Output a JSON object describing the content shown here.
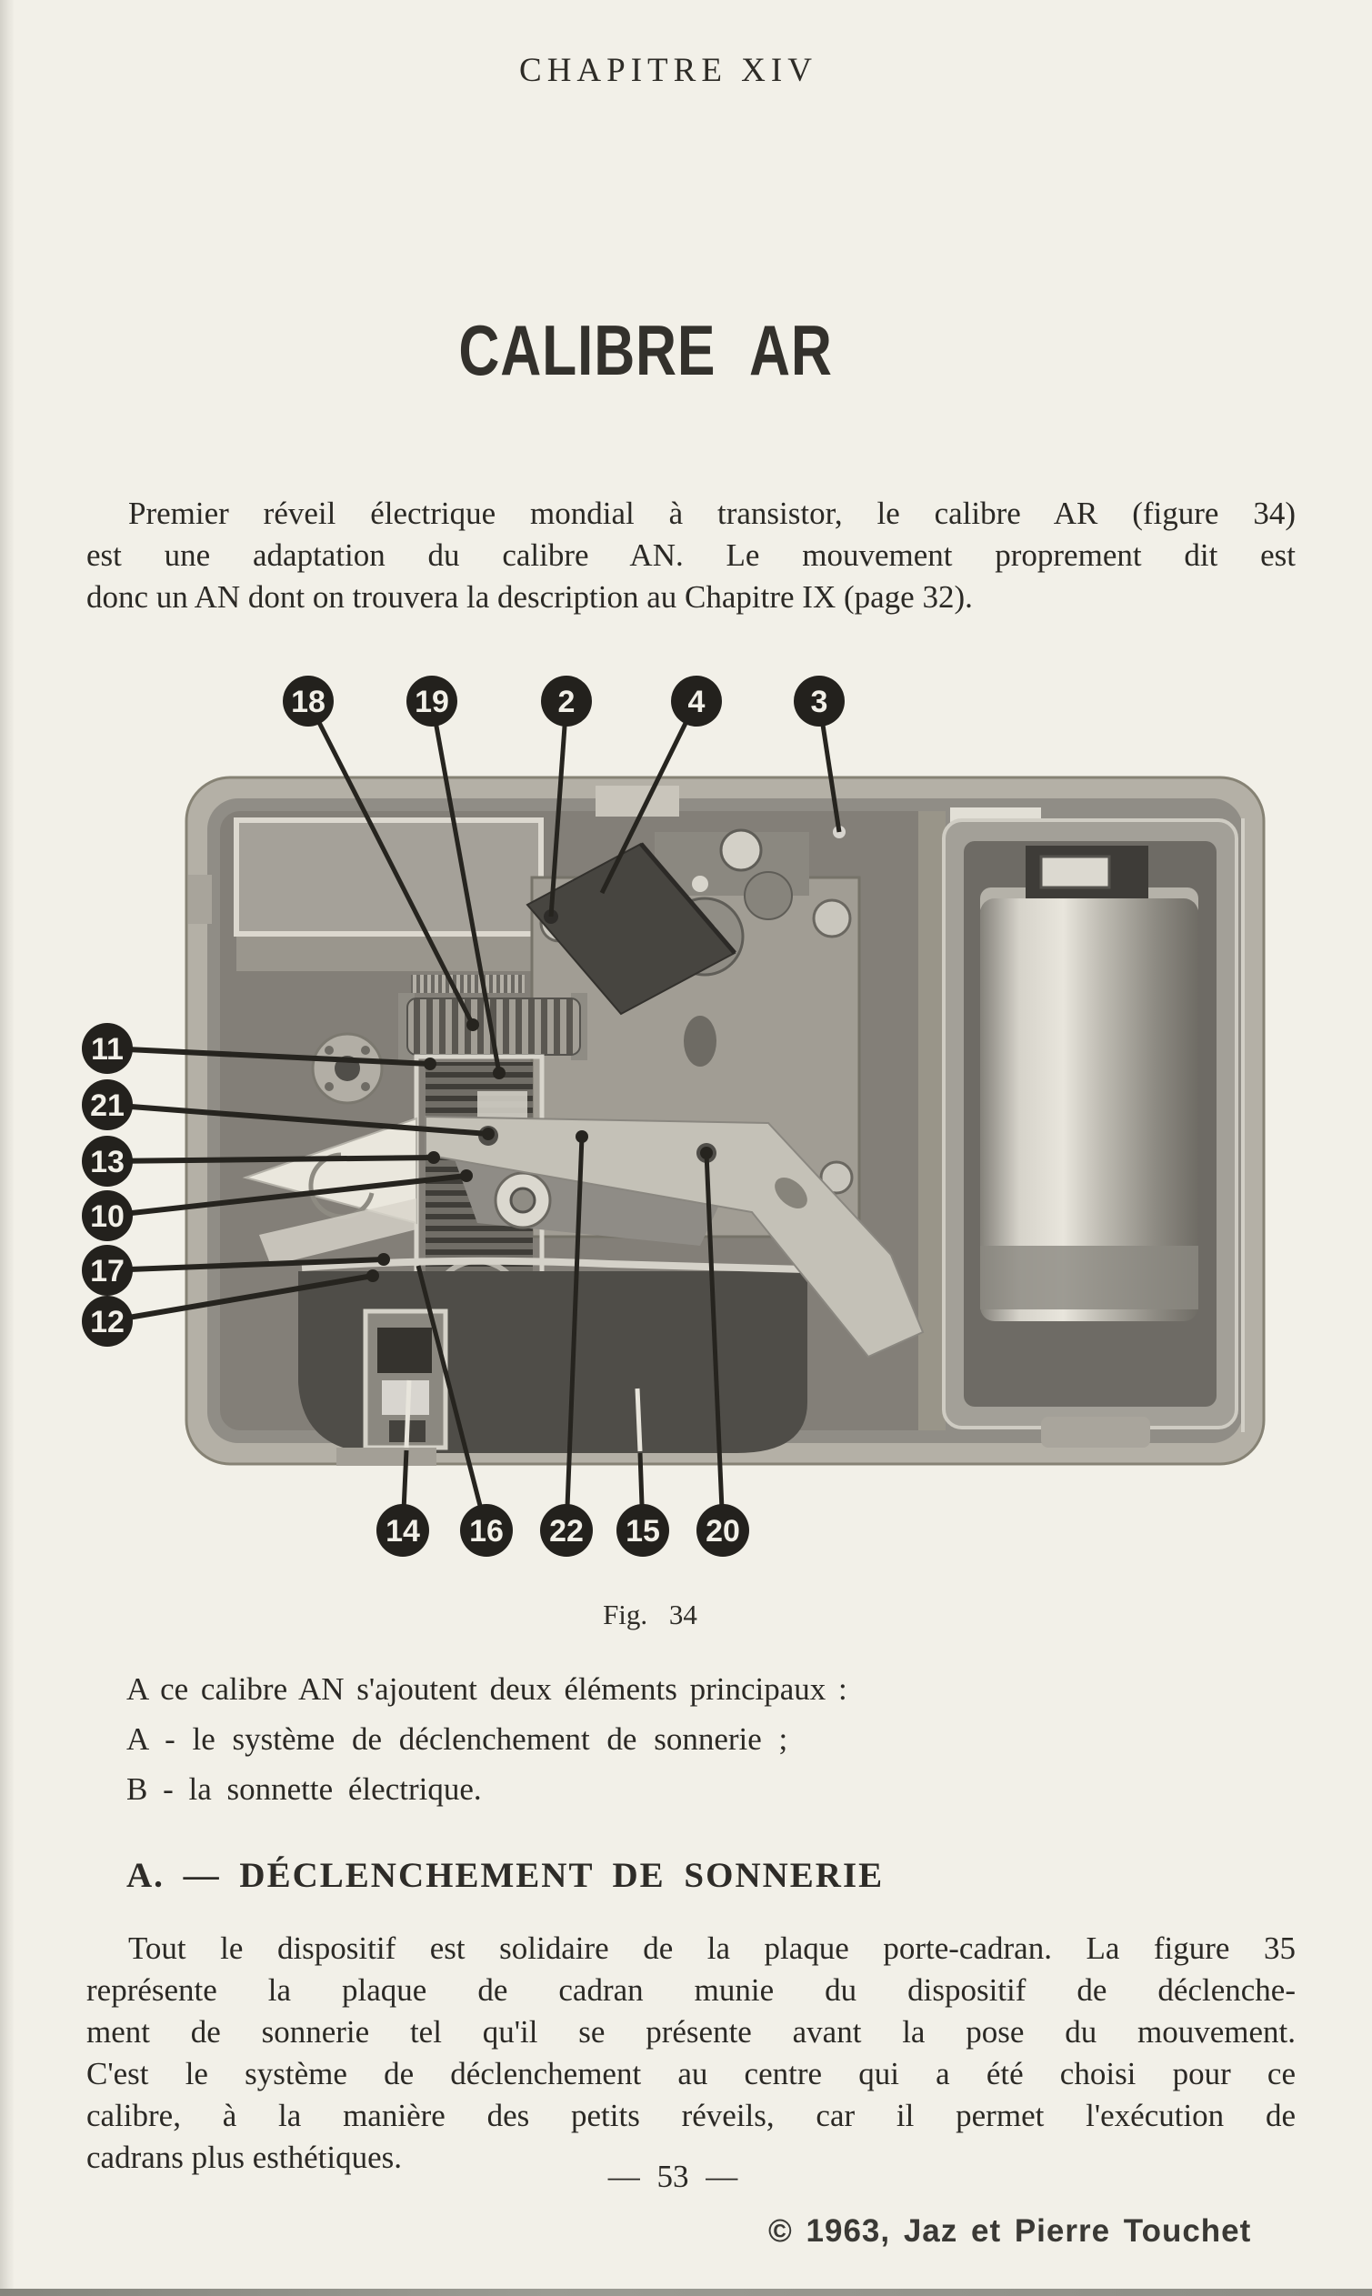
{
  "page": {
    "chapter_header": "CHAPITRE XIV",
    "title": "CALIBRE AR",
    "intro_lines": [
      "Premier réveil électrique mondial à transistor, le calibre AR (figure 34)",
      "est une adaptation du calibre AN. Le mouvement proprement dit est",
      "donc un AN dont on trouvera la description au Chapitre IX (page 32)."
    ],
    "figure": {
      "caption": "Fig. 34",
      "callouts": {
        "top": [
          "18",
          "19",
          "2",
          "4",
          "3"
        ],
        "left": [
          "11",
          "21",
          "13",
          "10",
          "17",
          "12"
        ],
        "bottom": [
          "14",
          "16",
          "22",
          "15",
          "20"
        ]
      }
    },
    "list_intro": "A ce calibre AN s'ajoutent deux éléments principaux :",
    "list_items": [
      "A - le système de déclenchement de sonnerie ;",
      "B - la sonnette électrique."
    ],
    "section_heading": "A. — DÉCLENCHEMENT DE SONNERIE",
    "body_lines": [
      "Tout le dispositif est solidaire de la plaque porte-cadran. La figure 35",
      "représente la plaque de cadran munie du dispositif de déclenche-",
      "ment de sonnerie tel qu'il se présente avant la pose du mouvement.",
      "C'est le système de déclenchement au centre qui a été choisi pour ce",
      "calibre, à la manière des petits réveils, car il permet l'exécution de",
      "cadrans plus esthétiques."
    ],
    "page_number": "— 53 —",
    "copyright": "© 1963, Jaz et Pierre Touchet"
  }
}
